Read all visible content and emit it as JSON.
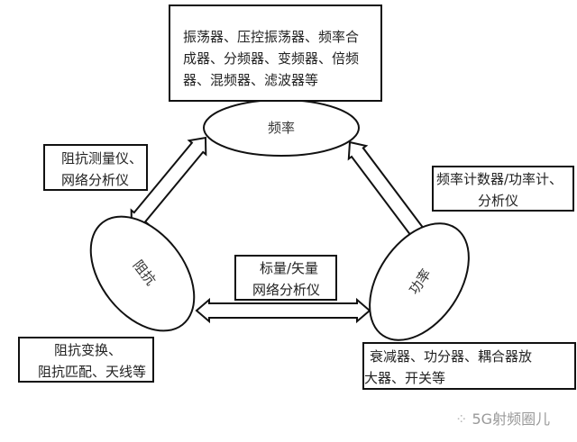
{
  "nodes": {
    "frequency": "频率",
    "impedance": "阻抗",
    "power": "功率"
  },
  "boxes": {
    "frequency_devices": [
      "振荡器、压控振荡器、频率合",
      "成器、分频器、变频器、倍频",
      "器、混频器、滤波器等"
    ],
    "impedance_freq_instruments": [
      "阻抗测量仪、",
      "网络分析仪"
    ],
    "freq_power_instruments": [
      "频率计数器/功率计、",
      "分析仪"
    ],
    "impedance_power_instruments": [
      "标量/矢量",
      "网络分析仪"
    ],
    "impedance_devices": [
      "阻抗变换、",
      "阻抗匹配、天线等"
    ],
    "power_devices": [
      "衰减器、功分器、耦合器放",
      "大器、开关等"
    ]
  },
  "watermark": "5G射频圈儿",
  "colors": {
    "line": "#111111",
    "text": "#222222"
  }
}
